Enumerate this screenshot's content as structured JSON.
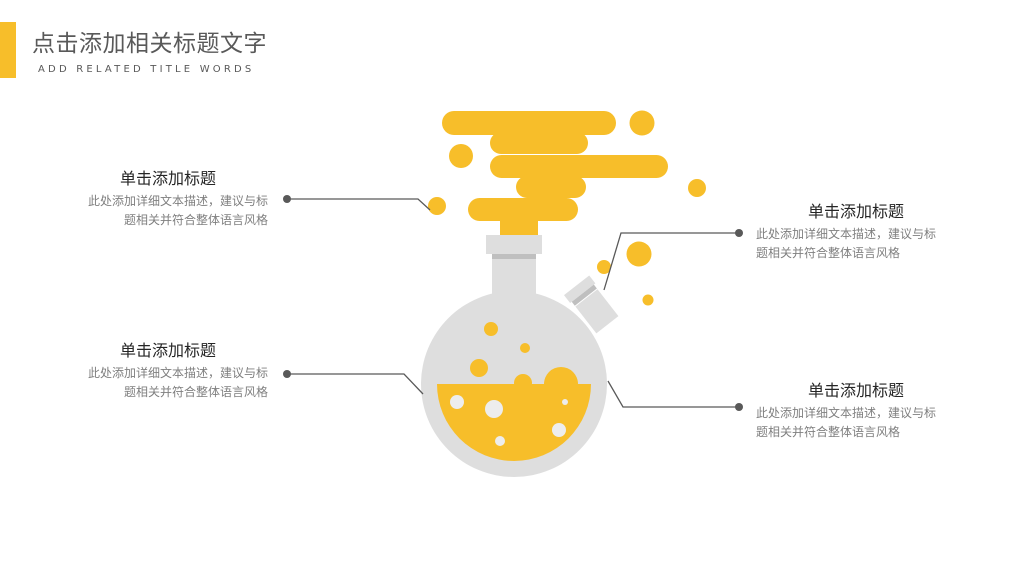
{
  "header": {
    "title": "点击添加相关标题文字",
    "subtitle": "ADD RELATED TITLE WORDS"
  },
  "callouts": [
    {
      "title": "单击添加标题",
      "desc_line1": "此处添加详细文本描述，建议与标",
      "desc_line2": "题相关并符合整体语言风格"
    },
    {
      "title": "单击添加标题",
      "desc_line1": "此处添加详细文本描述，建议与标",
      "desc_line2": "题相关并符合整体语言风格"
    },
    {
      "title": "单击添加标题",
      "desc_line1": "此处添加详细文本描述，建议与标",
      "desc_line2": "题相关并符合整体语言风格"
    },
    {
      "title": "单击添加标题",
      "desc_line1": "此处添加详细文本描述，建议与标",
      "desc_line2": "题相关并符合整体语言风格"
    }
  ],
  "colors": {
    "accent": "#F7BE2A",
    "flask": "#DEDEDE",
    "flask_neck_band": "#BFBFBF",
    "connector": "#595959",
    "bubble_light": "#EDEDED"
  },
  "icons": {
    "illustration": "flask-icon"
  }
}
